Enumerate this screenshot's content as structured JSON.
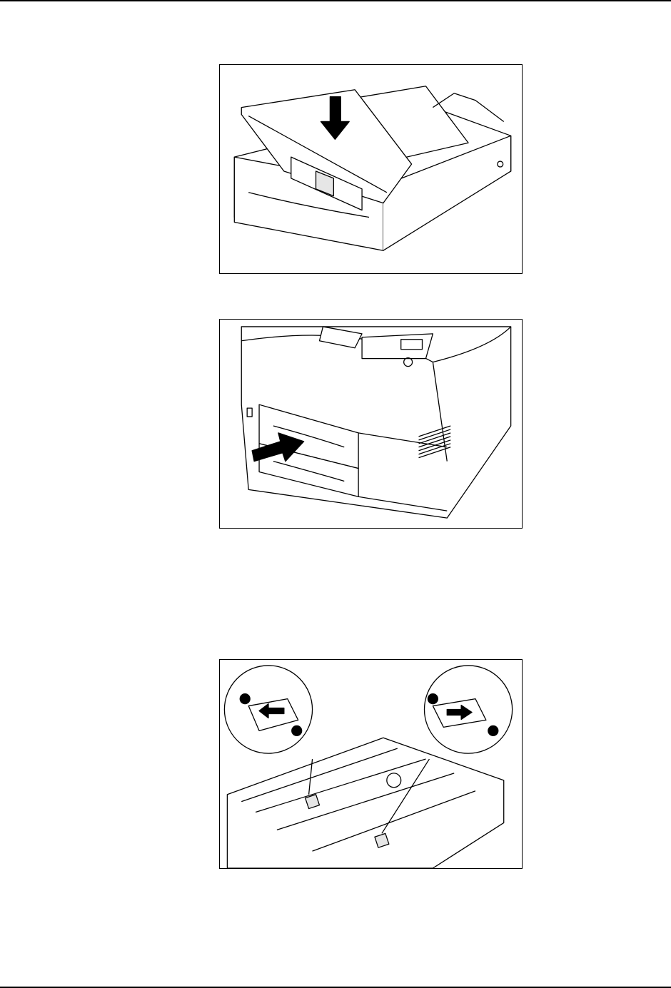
{
  "figures": [
    {
      "id": "load-paper-into-tray",
      "icons": [
        "down-arrow-icon"
      ]
    },
    {
      "id": "insert-tray-into-printer",
      "icons": [
        "right-arrow-icon"
      ]
    },
    {
      "id": "tray-lock-levers",
      "icons": [
        "lock-icon",
        "unlock-icon",
        "left-arrow-icon",
        "right-arrow-icon"
      ]
    }
  ]
}
